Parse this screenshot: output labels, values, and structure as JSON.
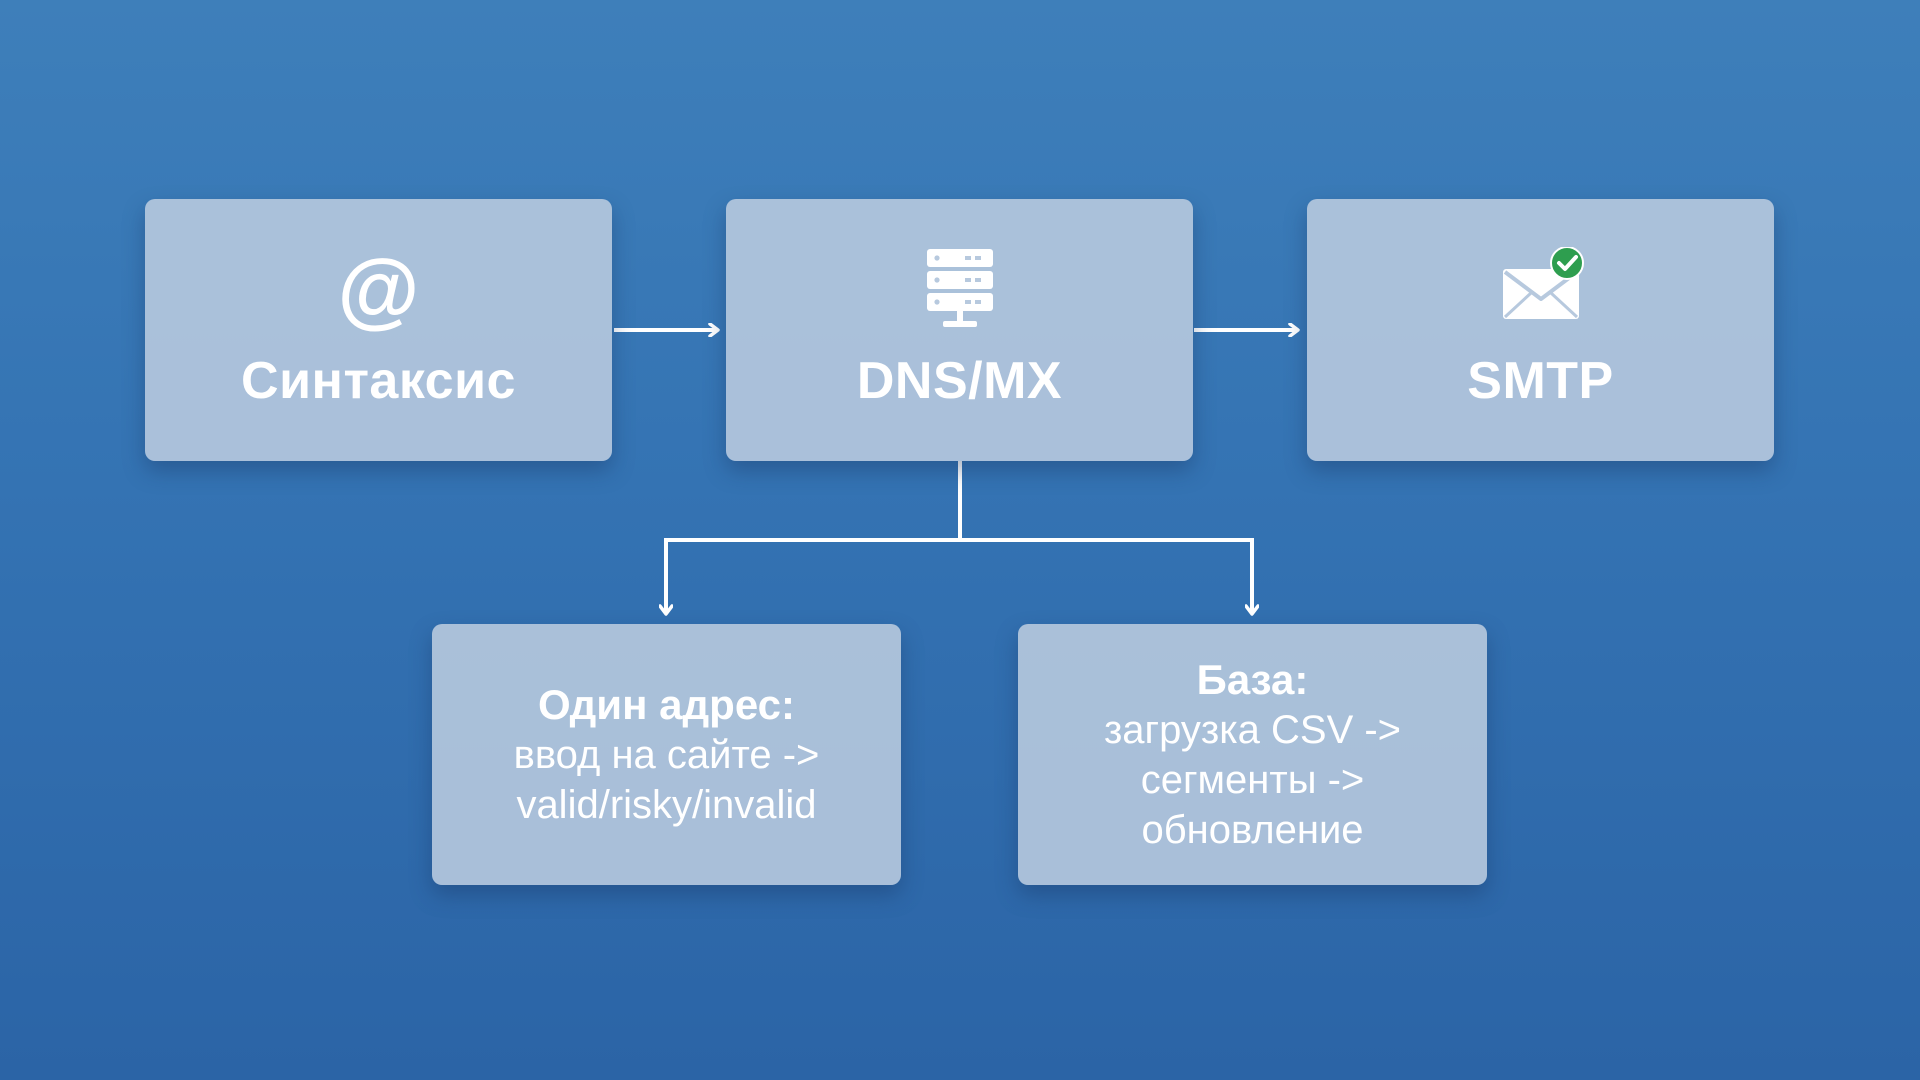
{
  "nodes": {
    "syntax": {
      "label": "Синтаксис",
      "icon": "at-sign-icon"
    },
    "dns": {
      "label": "DNS/MX",
      "icon": "server-icon"
    },
    "smtp": {
      "label": "SMTP",
      "icon": "mail-check-icon"
    },
    "single": {
      "title": "Один адрес:",
      "lines": [
        "ввод на сайте ->",
        "valid/risky/invalid"
      ]
    },
    "base": {
      "title": "База:",
      "lines": [
        "загрузка CSV ->",
        "сегменты ->",
        "обновление"
      ]
    }
  },
  "edges": [
    {
      "from": "syntax",
      "to": "dns"
    },
    {
      "from": "dns",
      "to": "smtp"
    },
    {
      "from": "dns",
      "to": "single"
    },
    {
      "from": "dns",
      "to": "base"
    }
  ],
  "icon_text": {
    "at": "@"
  },
  "colors": {
    "background": "#3473b3",
    "box": "#b7c9de",
    "text": "#ffffff",
    "check_badge": "#27ae4f"
  }
}
